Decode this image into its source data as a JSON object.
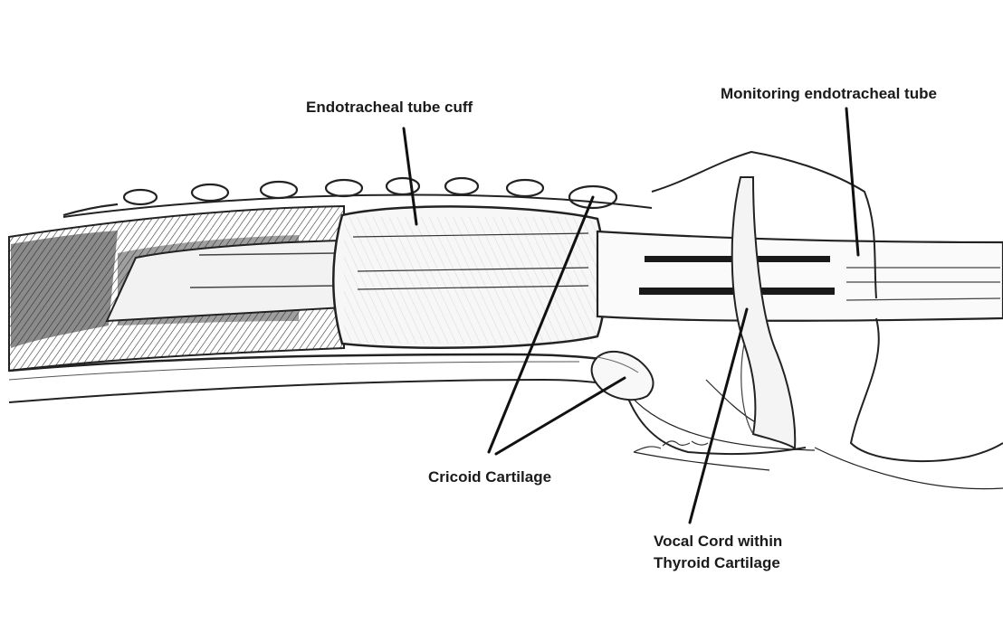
{
  "labels": {
    "endotracheal_tube_cuff": "Endotracheal tube cuff",
    "monitoring_endotracheal_tube": "Monitoring endotracheal tube",
    "cricoid_cartilage": "Cricoid Cartilage",
    "vocal_cord_line1": "Vocal Cord within",
    "vocal_cord_line2": "Thyroid Cartilage"
  },
  "colors": {
    "ink": "#1a1a1a",
    "tissue_shade": "#2b2b2b",
    "background": "#ffffff"
  }
}
